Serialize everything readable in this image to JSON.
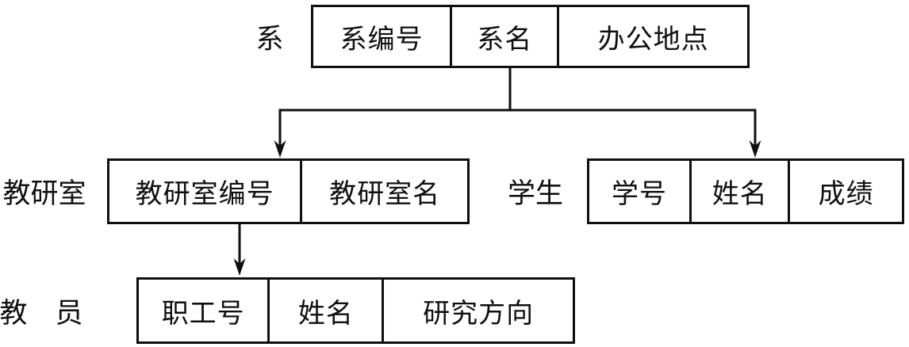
{
  "diagram": {
    "type": "hierarchical-data-model",
    "colors": {
      "line": "#0f0f0f",
      "background": "#ffffff"
    },
    "records": [
      {
        "id": "department",
        "label": "系",
        "fields": [
          "系编号",
          "系名",
          "办公地点"
        ]
      },
      {
        "id": "teaching-office",
        "label": "教研室",
        "fields": [
          "教研室编号",
          "教研室名"
        ]
      },
      {
        "id": "student",
        "label": "学生",
        "fields": [
          "学号",
          "姓名",
          "成绩"
        ]
      },
      {
        "id": "teacher",
        "label": "教　员",
        "fields": [
          "职工号",
          "姓名",
          "研究方向"
        ]
      }
    ],
    "links": [
      {
        "from": "department",
        "to": "teaching-office"
      },
      {
        "from": "department",
        "to": "student"
      },
      {
        "from": "teaching-office",
        "to": "teacher"
      }
    ]
  }
}
